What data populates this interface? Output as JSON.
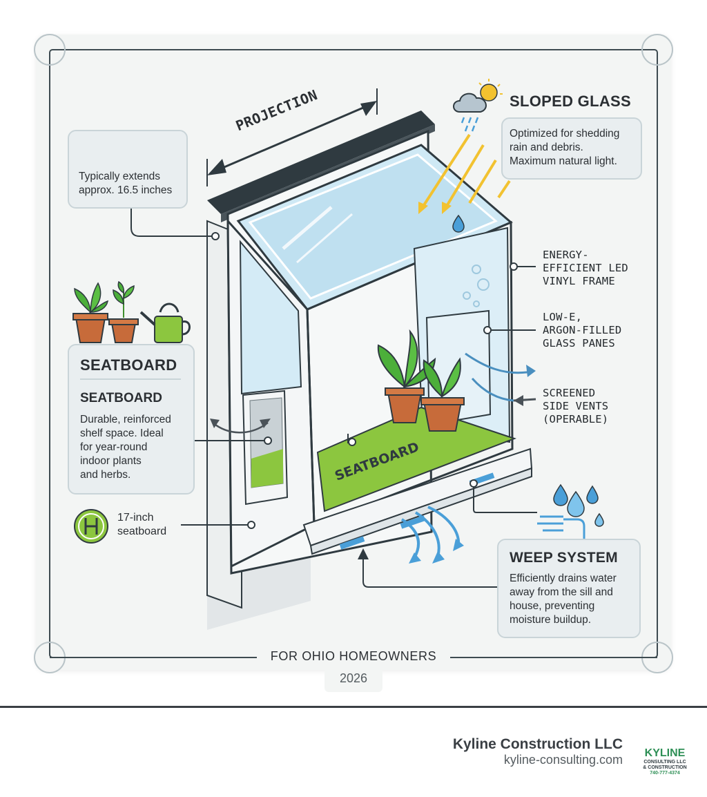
{
  "projection_label": "PROJECTION",
  "measure_note": {
    "icon": "ruler-icon",
    "text": "Typically extends\napprox. 16.5 inches"
  },
  "sloped_glass": {
    "icon": "weather-icon",
    "title": "SLOPED GLASS",
    "text": "Optimized for shedding\nrain and debris.\nMaximum natural light."
  },
  "seatboard_box": {
    "header": "SEATBOARD",
    "title": "SEATBOARD",
    "text": "Durable, reinforced\nshelf space. Ideal\nfor year-round\nindoor plants\nand herbs."
  },
  "seatboard_size": {
    "icon": "h-circle-icon",
    "text": "17-inch\nseatboard"
  },
  "seatboard_shelf_label": "SEATBOARD",
  "right_labels": {
    "frame": "ENERGY-\nEFFICIENT LED\nVINYL FRAME",
    "glass": "LOW-E,\nARGON-FILLED\nGLASS PANES",
    "vents": "SCREENED\nSIDE VENTS\n(OPERABLE)"
  },
  "weep_system": {
    "icon": "water-drain-icon",
    "title": "WEEP SYSTEM",
    "text": "Efficiently drains water\naway from the sill and\nhouse, preventing\nmoisture buildup."
  },
  "caption": "FOR OHIO HOMEOWNERS",
  "year": "2026",
  "footer": {
    "company": "Kyline Construction LLC",
    "website": "kyline-consulting.com",
    "logo_text": "KYLINE",
    "logo_sub1": "CONSULTING LLC",
    "logo_sub2": "& CONSTRUCTION",
    "logo_phone": "740-777-4374"
  },
  "colors": {
    "accent_green": "#8cc63f",
    "glass_blue": "#cfe9f5",
    "frame_white": "#f4f6f7",
    "dark_outline": "#2f3a40",
    "arrow_blue": "#4a9fd8",
    "sun_yellow": "#f2c230"
  }
}
